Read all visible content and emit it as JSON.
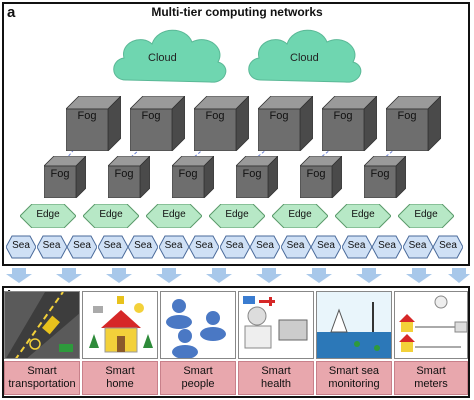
{
  "panel_a": {
    "letter": "a",
    "title": "Multi-tier computing networks"
  },
  "clouds": [
    {
      "label": "Cloud"
    },
    {
      "label": "Cloud"
    }
  ],
  "fog_upper": [
    {
      "label": "Fog"
    },
    {
      "label": "Fog"
    },
    {
      "label": "Fog"
    },
    {
      "label": "Fog"
    },
    {
      "label": "Fog"
    },
    {
      "label": "Fog"
    }
  ],
  "fog_lower": [
    {
      "label": "Fog"
    },
    {
      "label": "Fog"
    },
    {
      "label": "Fog"
    },
    {
      "label": "Fog"
    },
    {
      "label": "Fog"
    },
    {
      "label": "Fog"
    }
  ],
  "edges": [
    {
      "label": "Edge"
    },
    {
      "label": "Edge"
    },
    {
      "label": "Edge"
    },
    {
      "label": "Edge"
    },
    {
      "label": "Edge"
    },
    {
      "label": "Edge"
    },
    {
      "label": "Edge"
    }
  ],
  "seas": [
    {
      "label": "Sea"
    },
    {
      "label": "Sea"
    },
    {
      "label": "Sea"
    },
    {
      "label": "Sea"
    },
    {
      "label": "Sea"
    },
    {
      "label": "Sea"
    },
    {
      "label": "Sea"
    },
    {
      "label": "Sea"
    },
    {
      "label": "Sea"
    },
    {
      "label": "Sea"
    },
    {
      "label": "Sea"
    },
    {
      "label": "Sea"
    },
    {
      "label": "Sea"
    },
    {
      "label": "Sea"
    },
    {
      "label": "Sea"
    }
  ],
  "panel_b": {
    "letter": "b"
  },
  "applications": [
    {
      "label_line1": "Smart",
      "label_line2": "transportation"
    },
    {
      "label_line1": "Smart",
      "label_line2": "home"
    },
    {
      "label_line1": "Smart",
      "label_line2": "people"
    },
    {
      "label_line1": "Smart",
      "label_line2": "health"
    },
    {
      "label_line1": "Smart sea",
      "label_line2": "monitoring"
    },
    {
      "label_line1": "Smart",
      "label_line2": "meters"
    }
  ],
  "colors": {
    "cloud": "#6fd6b0",
    "cube_front": "#6e6e6e",
    "cube_top": "#9a9a9a",
    "cube_side": "#4a4a4a",
    "edge": "#b7e8c6",
    "sea": "#cfe0f5",
    "app_label_bg": "#e8a7ad",
    "arrow": "#a8c8ea"
  }
}
